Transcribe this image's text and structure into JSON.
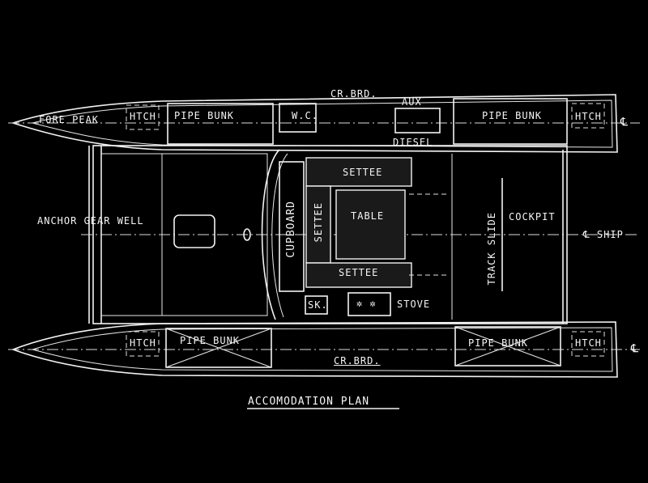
{
  "title": "ACCOMODATION PLAN",
  "labels": {
    "fore_peak": "FORE PEAK",
    "hatch": "HTCH",
    "pipe_bunk": "PIPE BUNK",
    "wc": "W.C.",
    "cr_brd": "CR.BRD.",
    "aux": "AUX",
    "diesel": "DIESEL",
    "settee": "SETTEE",
    "table": "TABLE",
    "cupboard": "CUPBOARD",
    "anchor_gear_well": "ANCHOR GEAR WELL",
    "cockpit": "COCKPIT",
    "track_slide": "TRACK SLIDE",
    "ship_centerline": "℄ SHIP",
    "hull_centerline": "℄",
    "sink": "SK.",
    "stove": "STOVE",
    "burners": "✲ ✲"
  },
  "colors": {
    "background": "#000000",
    "line": "#f2f2f2"
  }
}
